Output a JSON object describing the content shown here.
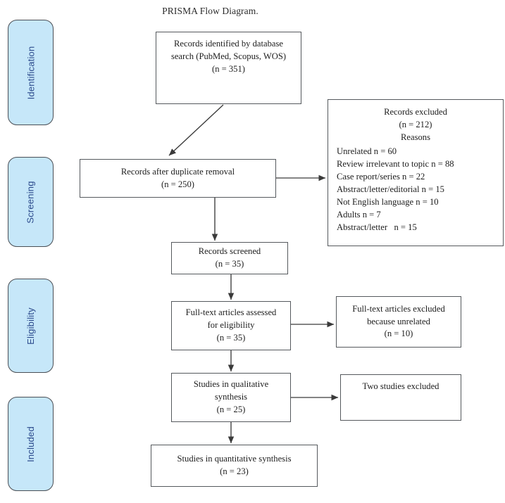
{
  "title": "PRISMA Flow Diagram.",
  "colors": {
    "stage_fill": "#c6e7f9",
    "stage_border": "#4a4f55",
    "stage_text": "#2b4a8c",
    "box_border": "#55595d",
    "box_fill": "#ffffff",
    "text": "#1d1d1d",
    "connector": "#3a3a3a"
  },
  "stages": [
    {
      "id": "identification",
      "label": "Identification"
    },
    {
      "id": "screening",
      "label": "Screening"
    },
    {
      "id": "eligibility",
      "label": "Eligibility"
    },
    {
      "id": "included",
      "label": "Included"
    }
  ],
  "boxes": {
    "records_identified": "Records identified by database\nsearch (PubMed, Scopus, WOS)\n(n = 351)",
    "records_after_duplicates": "Records after duplicate removal\n(n = 250)",
    "records_screened": "Records screened\n(n = 35)",
    "fulltext_assessed": "Full-text articles assessed\nfor eligibility\n(n = 35)",
    "fulltext_excluded": "Full-text articles excluded\nbecause unrelated\n(n = 10)",
    "qualitative_synthesis": "Studies in qualitative\nsynthesis\n(n = 25)",
    "two_studies_excluded": "Two studies excluded",
    "quantitative_synthesis": "Studies in quantitative synthesis\n(n = 23)"
  },
  "records_excluded": {
    "head": "Records excluded\n(n = 212)\nReasons",
    "reasons": [
      "Unrelated n = 60",
      "Review irrelevant to topic n = 88",
      "Case report/series n = 22",
      "Abstract/letter/editorial n = 15",
      "Not English language n = 10",
      "Adults n = 7",
      "Abstract/letter   n = 15"
    ]
  }
}
